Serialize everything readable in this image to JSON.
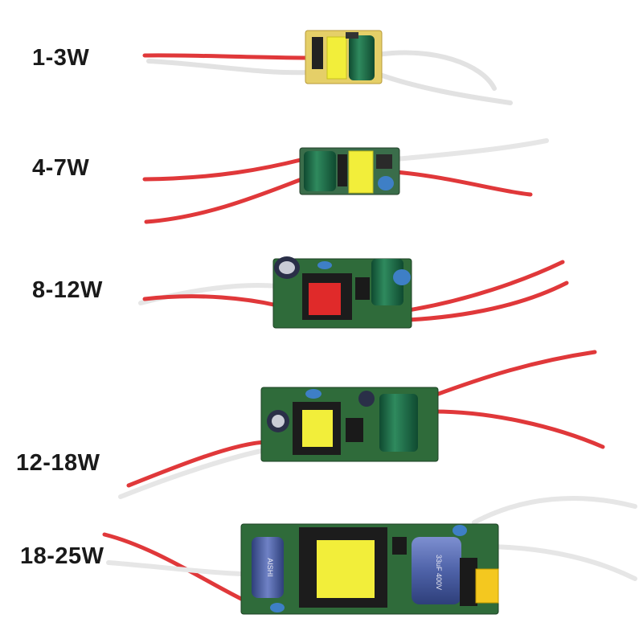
{
  "labels": {
    "driver_1": "1-3W",
    "driver_2": "4-7W",
    "driver_3": "8-12W",
    "driver_4": "12-18W",
    "driver_5": "18-25W"
  },
  "board_markings": {
    "brand": "AISHI",
    "cap_value": "33uF 400V"
  },
  "colors": {
    "background": "#ffffff",
    "wire_red": "#e0383a",
    "wire_white": "#e6e6e6",
    "pcb_yellow": "#e8d36a",
    "pcb_green": "#2f6b3a",
    "transformer_yellow": "#f2ee3a",
    "transformer_red": "#e02a2a",
    "capacitor_green": "#1f6a46",
    "capacitor_blue": "#5a6fb5",
    "safety_cap_blue": "#3e7fc6"
  }
}
